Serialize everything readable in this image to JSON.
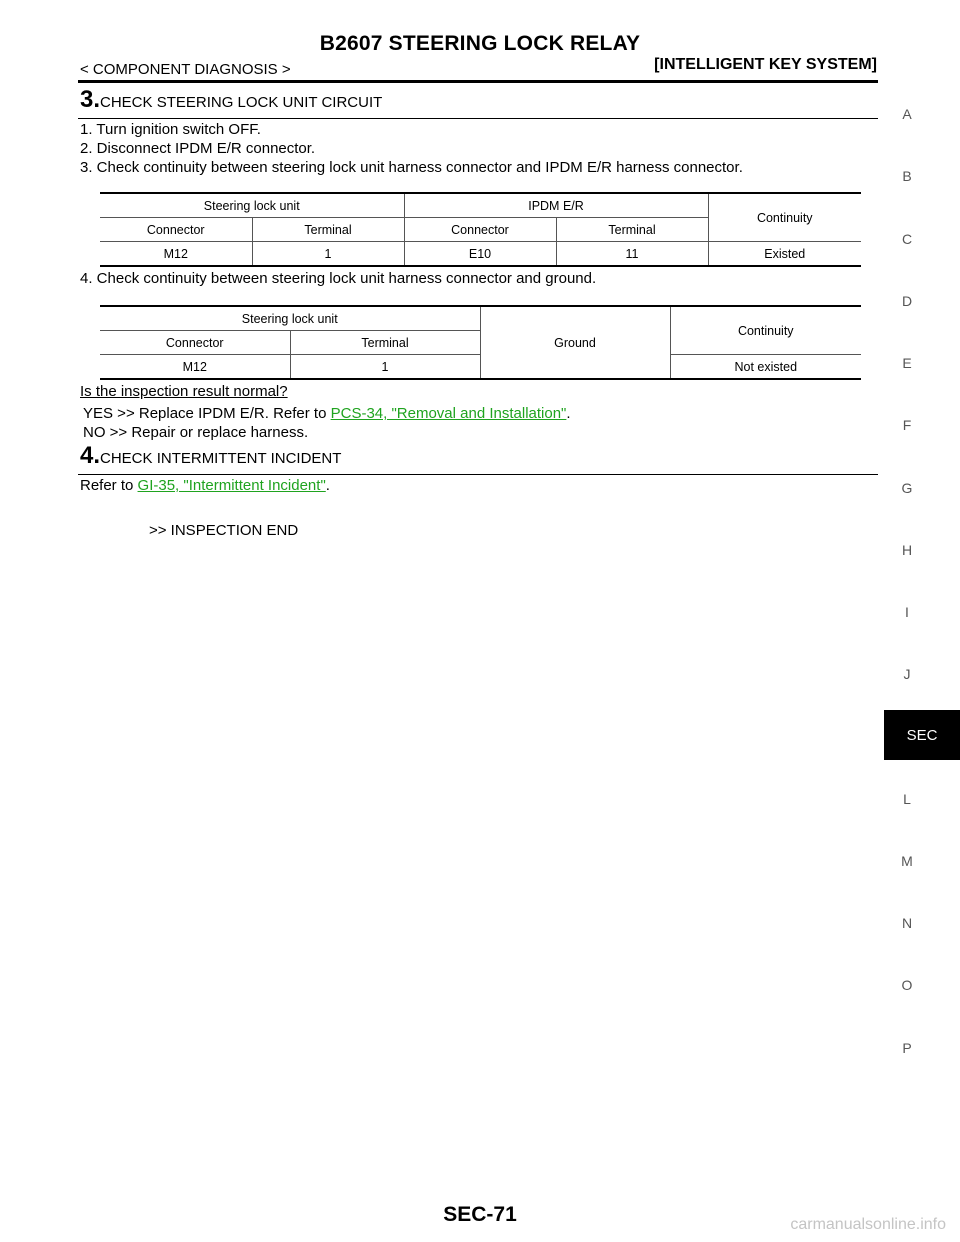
{
  "page": {
    "title": "B2607 STEERING LOCK RELAY",
    "breadcrumb": "< COMPONENT DIAGNOSIS >",
    "section_header": "[INTELLIGENT KEY SYSTEM]",
    "page_number": "SEC-71",
    "watermark": "carmanualsonline.info"
  },
  "step3": {
    "number": "3.",
    "title": "CHECK STEERING LOCK UNIT CIRCUIT",
    "items": [
      "1.   Turn ignition switch OFF.",
      "2.   Disconnect IPDM E/R connector.",
      "3.   Check continuity between steering lock unit harness connector and IPDM E/R harness connector."
    ],
    "item4": "4.   Check continuity between steering lock unit harness connector and ground.",
    "question": "Is the inspection result normal?",
    "yes_prefix": "YES      >> Replace IPDM E/R. Refer to ",
    "yes_link": "PCS-34, \"Removal and Installation\"",
    "yes_suffix": ".",
    "no_line": "NO       >> Repair or replace harness."
  },
  "table1": {
    "h_steering": "Steering lock unit",
    "h_ipdm": "IPDM E/R",
    "h_continuity": "Continuity",
    "h_connector1": "Connector",
    "h_terminal1": "Terminal",
    "h_connector2": "Connector",
    "h_terminal2": "Terminal",
    "row": [
      "M12",
      "1",
      "E10",
      "11",
      "Existed"
    ]
  },
  "table2": {
    "h_steering": "Steering lock unit",
    "h_ground": "Ground",
    "h_continuity": "Continuity",
    "h_connector": "Connector",
    "h_terminal": "Terminal",
    "row": [
      "M12",
      "1",
      "Not existed"
    ]
  },
  "step4": {
    "number": "4.",
    "title": "CHECK INTERMITTENT INCIDENT",
    "refer_prefix": "Refer to ",
    "refer_link": "GI-35, \"Intermittent Incident\"",
    "refer_suffix": ".",
    "end": ">> INSPECTION END"
  },
  "side_index": [
    "A",
    "B",
    "C",
    "D",
    "E",
    "F",
    "G",
    "H",
    "I",
    "J",
    "SEC",
    "L",
    "M",
    "N",
    "O",
    "P"
  ],
  "colors": {
    "link": "#1fa31f",
    "tab_bg": "#000000",
    "tab_fg": "#ffffff"
  }
}
